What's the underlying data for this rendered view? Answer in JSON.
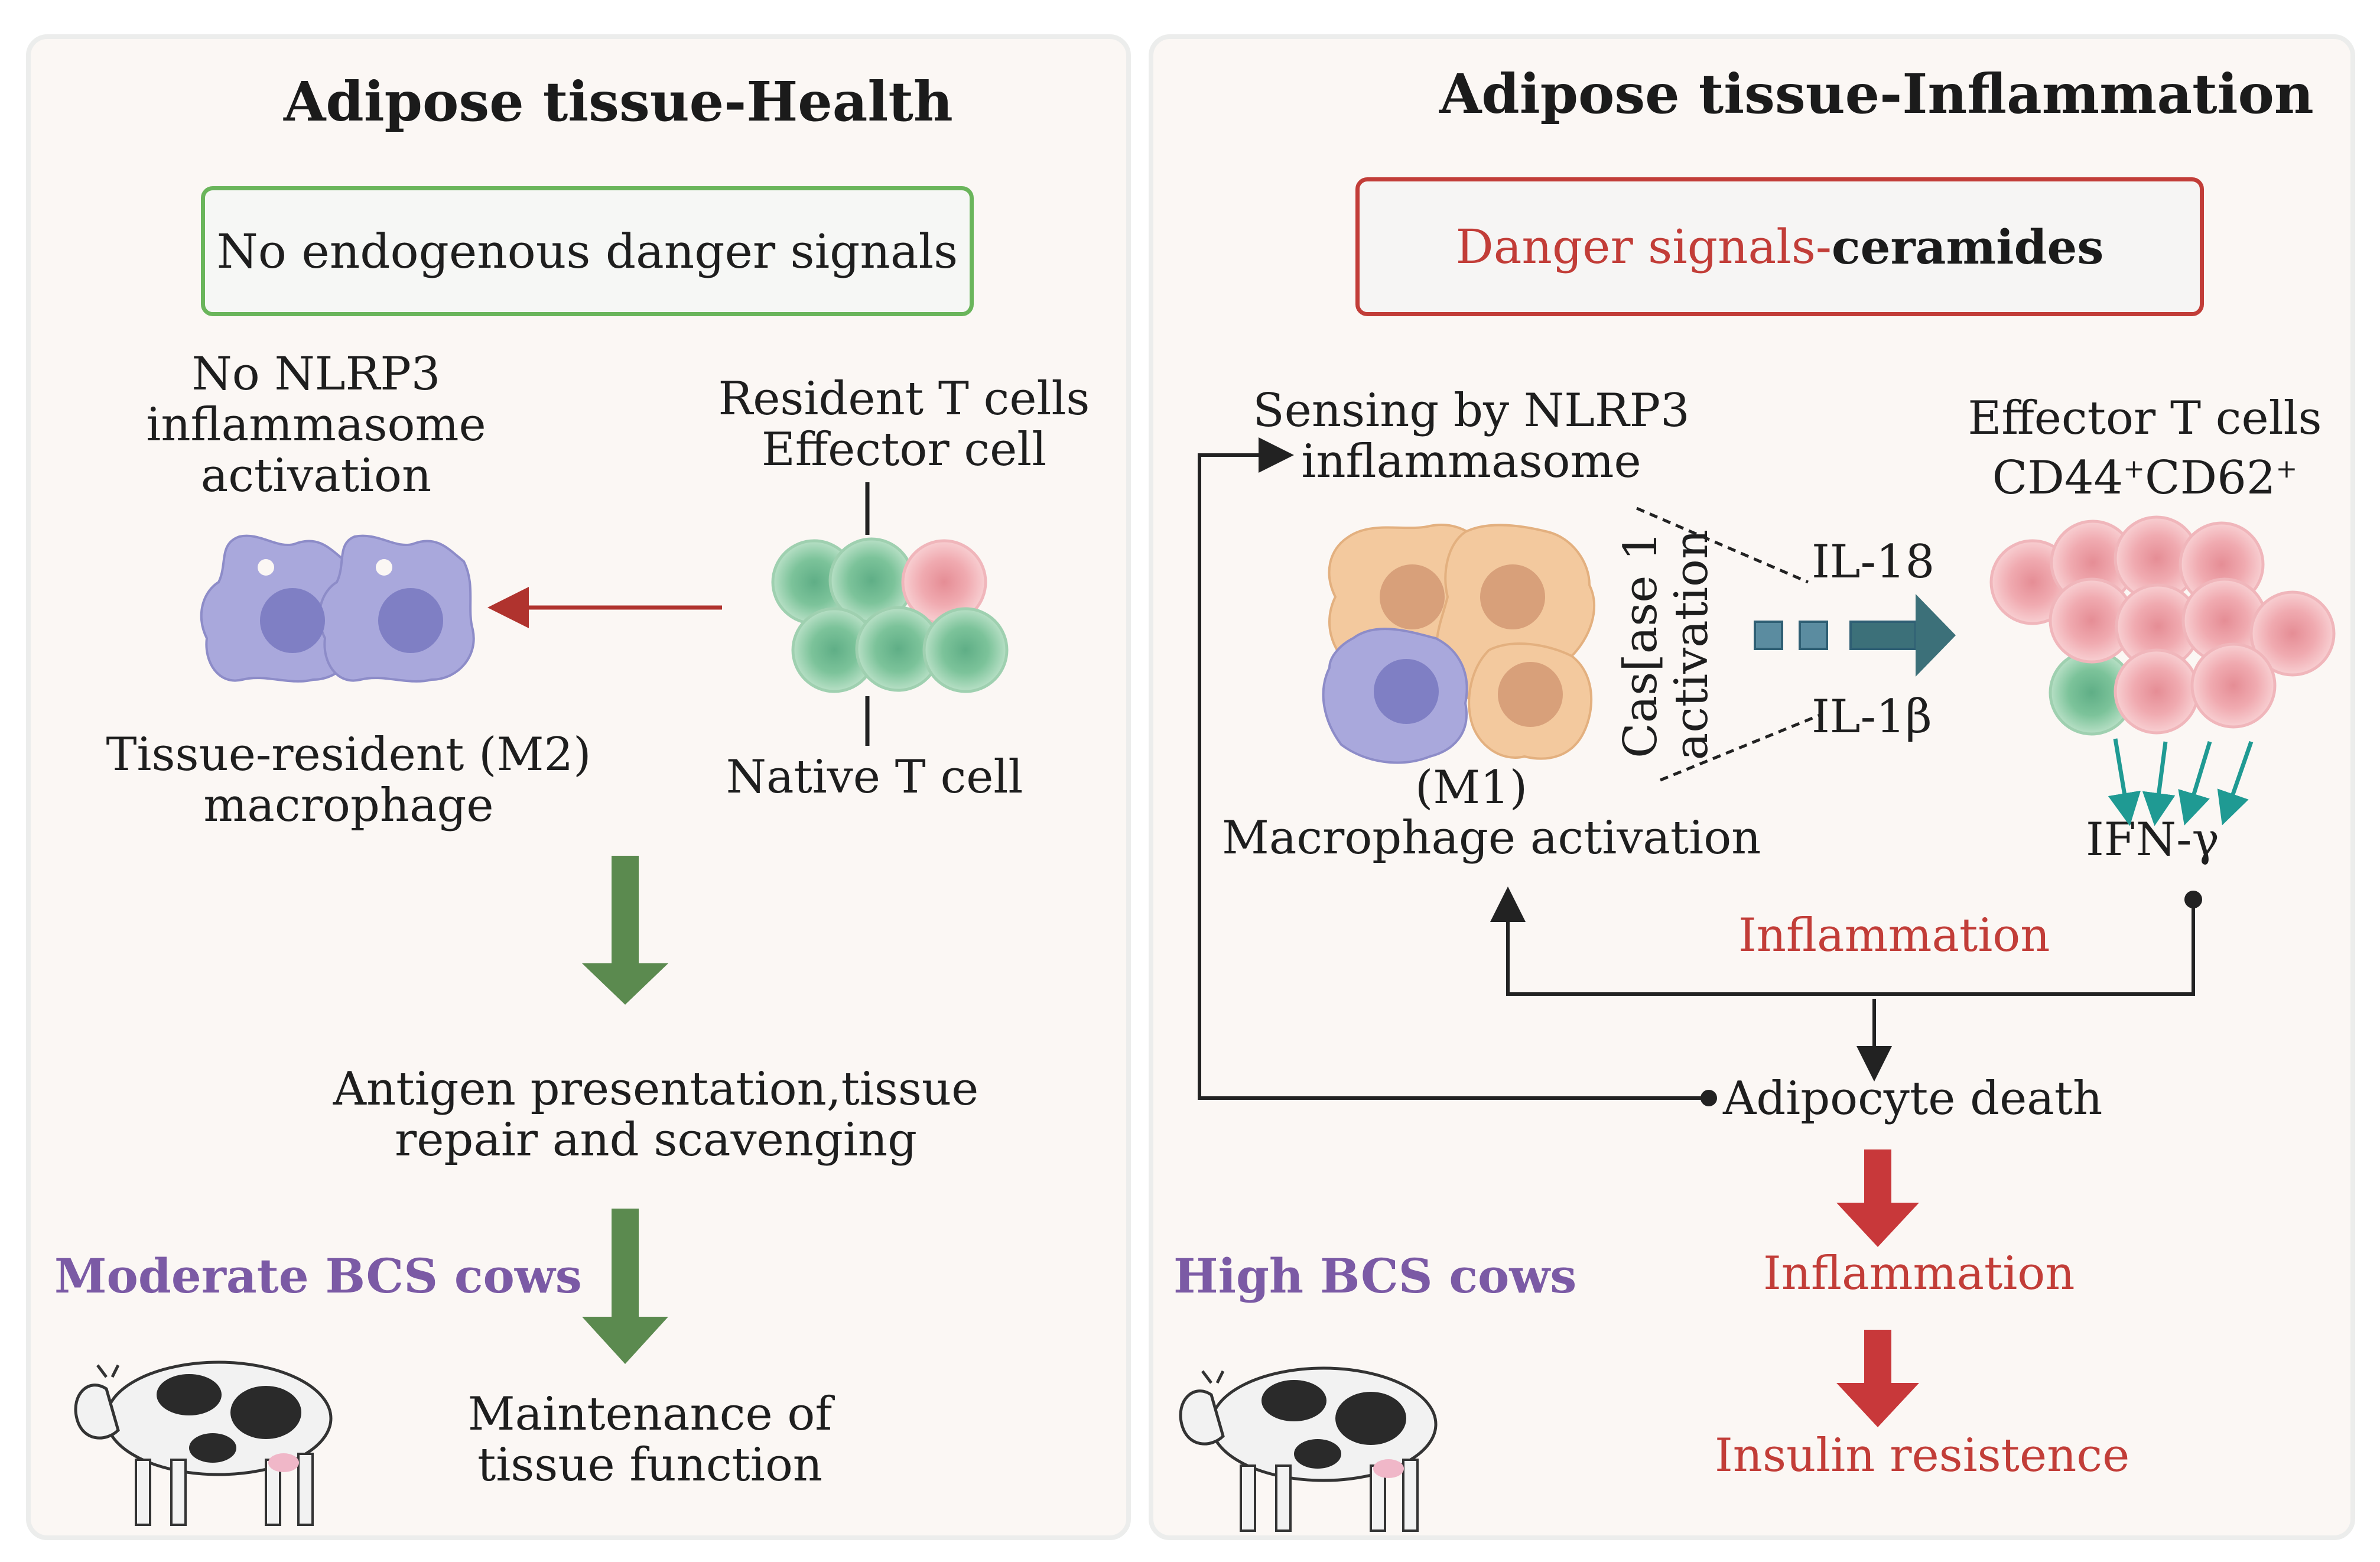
{
  "left": {
    "title": "Adipose tissue-Health",
    "signal_box": "No endogenous danger signals",
    "no_nlrp3": [
      "No NLRP3",
      "inflammasome",
      "activation"
    ],
    "resident_t": [
      "Resident T cells",
      "Effector cell"
    ],
    "native_t": "Native T cell",
    "macrophage": [
      "Tissue-resident (M2)",
      "macrophage"
    ],
    "antigen": [
      "Antigen presentation,tissue",
      "repair and scavenging"
    ],
    "cows": "Moderate BCS cows",
    "maintenance": [
      "Maintenance of",
      "tissue function"
    ]
  },
  "right": {
    "title": "Adipose tissue-Inflammation",
    "signal_box_prefix": "Danger signals-",
    "signal_box_bold": "ceramides",
    "sensing": [
      "Sensing by NLRP3",
      "inflammasome"
    ],
    "effector": [
      "Effector T cells",
      "CD44",
      "CD62"
    ],
    "effector_sup": [
      "+",
      "+"
    ],
    "il18": "IL-18",
    "il1b": "IL-1β",
    "caspase": [
      "Cas[ase 1",
      "activation"
    ],
    "m1": "(M1)",
    "macrophage_activation": "Macrophage activation",
    "ifn": "IFN-γ",
    "inflammation_top": "Inflammation",
    "adipocyte": "Adipocyte death",
    "inflammation_bottom": "Inflammation",
    "insulin": "Insulin resistence",
    "cows": "High BCS cows"
  },
  "colors": {
    "panel_bg": "#fbf7f4",
    "green_border": "#6ab55b",
    "red_border": "#c23d38",
    "green_arrow": "#5b8a4f",
    "red_arrow": "#c8383a",
    "teal_arrow": "#1f9a93",
    "purple_text": "#7b5aa5"
  }
}
